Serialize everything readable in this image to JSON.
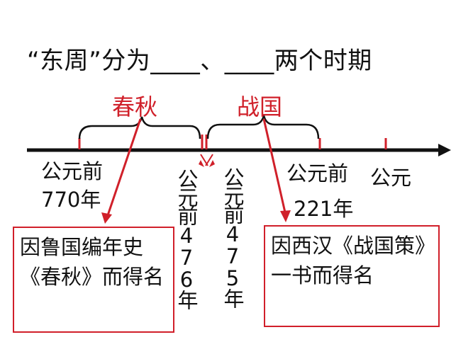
{
  "title": "“东周”分为____、____两个时期",
  "periods": {
    "chunqiu": "春秋",
    "zhanguo": "战国"
  },
  "timeline_labels": {
    "bc770": "公元前\n770年",
    "bc476": "公元前476年",
    "bc475": "公元前475年",
    "bc221": "公元前",
    "bc221_year": "221年",
    "ad": "公元"
  },
  "explanations": {
    "chunqiu": "因鲁国编年史《春秋》而得名",
    "zhanguo": "因西汉《战国策》一书而得名"
  },
  "colors": {
    "accent": "#d0202a",
    "line": "#111111"
  }
}
